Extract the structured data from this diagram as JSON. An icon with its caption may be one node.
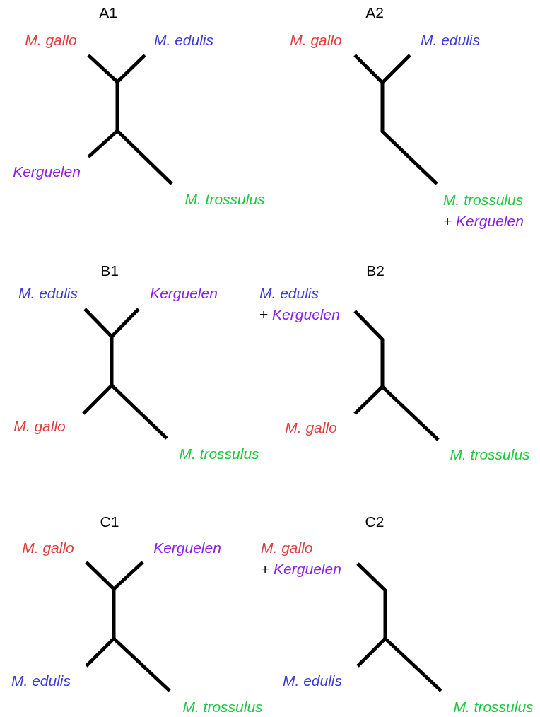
{
  "diagram": {
    "nodes": [
      {
        "text": [
          "M. gallo"
        ]
      },
      {
        "text": [
          "M. edulis"
        ]
      },
      {
        "text": [],
        "shape": "point"
      },
      {
        "text": [],
        "shape": "point"
      },
      {
        "text": [
          "Kerguelen"
        ]
      },
      {
        "text": [
          "M. trossulus"
        ]
      },
      {
        "text": [
          "M. gallo"
        ]
      },
      {
        "text": [
          "M. edulis"
        ]
      },
      {
        "text": [],
        "shape": "point"
      },
      {
        "text": [
          "M. trossulus",
          "+ Kerguelen"
        ]
      },
      {
        "text": [
          "M. edulis"
        ]
      },
      {
        "text": [
          "Kerguelen"
        ]
      },
      {
        "text": [],
        "shape": "point"
      },
      {
        "text": [],
        "shape": "point"
      },
      {
        "text": [
          "M. gallo"
        ]
      },
      {
        "text": [
          "M. trossulus"
        ]
      },
      {
        "text": [
          "M. edulis",
          "+ Kerguelen"
        ]
      },
      {
        "text": [],
        "shape": "point"
      },
      {
        "text": [
          "M. gallo"
        ]
      },
      {
        "text": [
          "M. trossulus"
        ]
      },
      {
        "text": [
          "M. gallo"
        ]
      },
      {
        "text": [
          "Kerguelen"
        ]
      },
      {
        "text": [],
        "shape": "point"
      },
      {
        "text": [],
        "shape": "point"
      },
      {
        "text": [
          "M. edulis"
        ]
      },
      {
        "text": [
          "M. trossulus"
        ]
      },
      {
        "text": [
          "M. gallo",
          "+ Kerguelen"
        ]
      },
      {
        "text": [],
        "shape": "point"
      },
      {
        "text": [
          "M. edulis"
        ]
      },
      {
        "text": [
          "M. trossulus"
        ]
      }
    ],
    "edges": [
      {
        "from": 2,
        "to": 0,
        "arrow": "none"
      },
      {
        "from": 2,
        "to": 1,
        "arrow": "none"
      },
      {
        "from": 2,
        "to": 3,
        "arrow": "none"
      },
      {
        "from": 3,
        "to": 4,
        "arrow": "none"
      },
      {
        "from": 3,
        "to": 5,
        "arrow": "none"
      },
      {
        "from": 8,
        "to": 6,
        "arrow": "none"
      },
      {
        "from": 8,
        "to": 7,
        "arrow": "none"
      },
      {
        "from": 8,
        "to": 9,
        "arrow": "none"
      },
      {
        "from": 12,
        "to": 10,
        "arrow": "none"
      },
      {
        "from": 12,
        "to": 11,
        "arrow": "none"
      },
      {
        "from": 12,
        "to": 13,
        "arrow": "none"
      },
      {
        "from": 13,
        "to": 14,
        "arrow": "none"
      },
      {
        "from": 13,
        "to": 15,
        "arrow": "none"
      },
      {
        "from": 17,
        "to": 16,
        "arrow": "none"
      },
      {
        "from": 17,
        "to": 18,
        "arrow": "none"
      },
      {
        "from": 17,
        "to": 19,
        "arrow": "none"
      },
      {
        "from": 22,
        "to": 20,
        "arrow": "none"
      },
      {
        "from": 22,
        "to": 21,
        "arrow": "none"
      },
      {
        "from": 22,
        "to": 23,
        "arrow": "none"
      },
      {
        "from": 23,
        "to": 24,
        "arrow": "none"
      },
      {
        "from": 23,
        "to": 25,
        "arrow": "none"
      },
      {
        "from": 27,
        "to": 26,
        "arrow": "none"
      },
      {
        "from": 27,
        "to": 28,
        "arrow": "none"
      },
      {
        "from": 27,
        "to": 29,
        "arrow": "none"
      }
    ],
    "labels": [
      "A1",
      "A2",
      "B1",
      "B2",
      "C1",
      "C2"
    ]
  }
}
